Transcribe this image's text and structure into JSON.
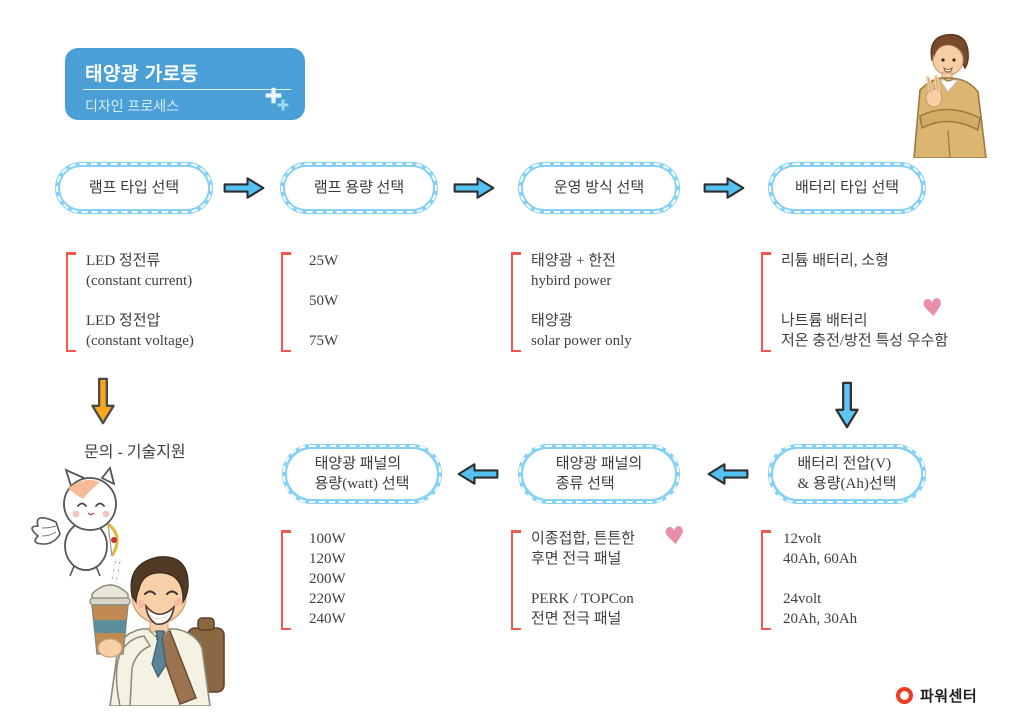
{
  "header": {
    "title": "태양광 가로등",
    "subtitle": "디자인 프로세스"
  },
  "steps": {
    "row1": [
      "램프 타입 선택",
      "램프 용량 선택",
      "운영 방식 선택",
      "배터리 타입 선택"
    ],
    "row2": [
      "배터리 전압(V)\n& 용량(Ah)선택",
      "태양광 패널의\n종류 선택",
      "태양광 패널의\n용량(watt) 선택"
    ]
  },
  "options": {
    "lamp_type": [
      "LED 정전류\n(constant current)",
      "LED 정전압\n(constant voltage)"
    ],
    "lamp_watt": [
      "25W",
      "50W",
      "75W"
    ],
    "operation": [
      "태양광 + 한전\nhybird power",
      "태양광\nsolar power only"
    ],
    "battery_type": [
      "리튬 배터리, 소형",
      "나트륨 배터리\n저온 충전/방전 특성 우수함"
    ],
    "panel_watt": [
      "100W",
      "120W",
      "200W",
      "220W",
      "240W"
    ],
    "panel_type": [
      "이종접합, 튼튼한\n후면 전극 패널",
      "PERK / TOPCon\n전면 전극 패널"
    ],
    "battery_spec": [
      "12volt\n40Ah, 60Ah",
      "24volt\n20Ah, 30Ah"
    ]
  },
  "contact": {
    "label": "문의 - 기술지원"
  },
  "footer": {
    "logo": "파워센터"
  },
  "icons": {
    "heart": "♥"
  },
  "colors": {
    "header_bg": "#4aa0d6",
    "pill_border": "#85d1f5",
    "arrow_blue": "#53c1f1",
    "arrow_orange": "#f7a61f",
    "bracket_red": "#f2594e",
    "heart_pink": "#e78fa9",
    "logo_red": "#f03c23",
    "text_dark": "#3c3c3c"
  }
}
